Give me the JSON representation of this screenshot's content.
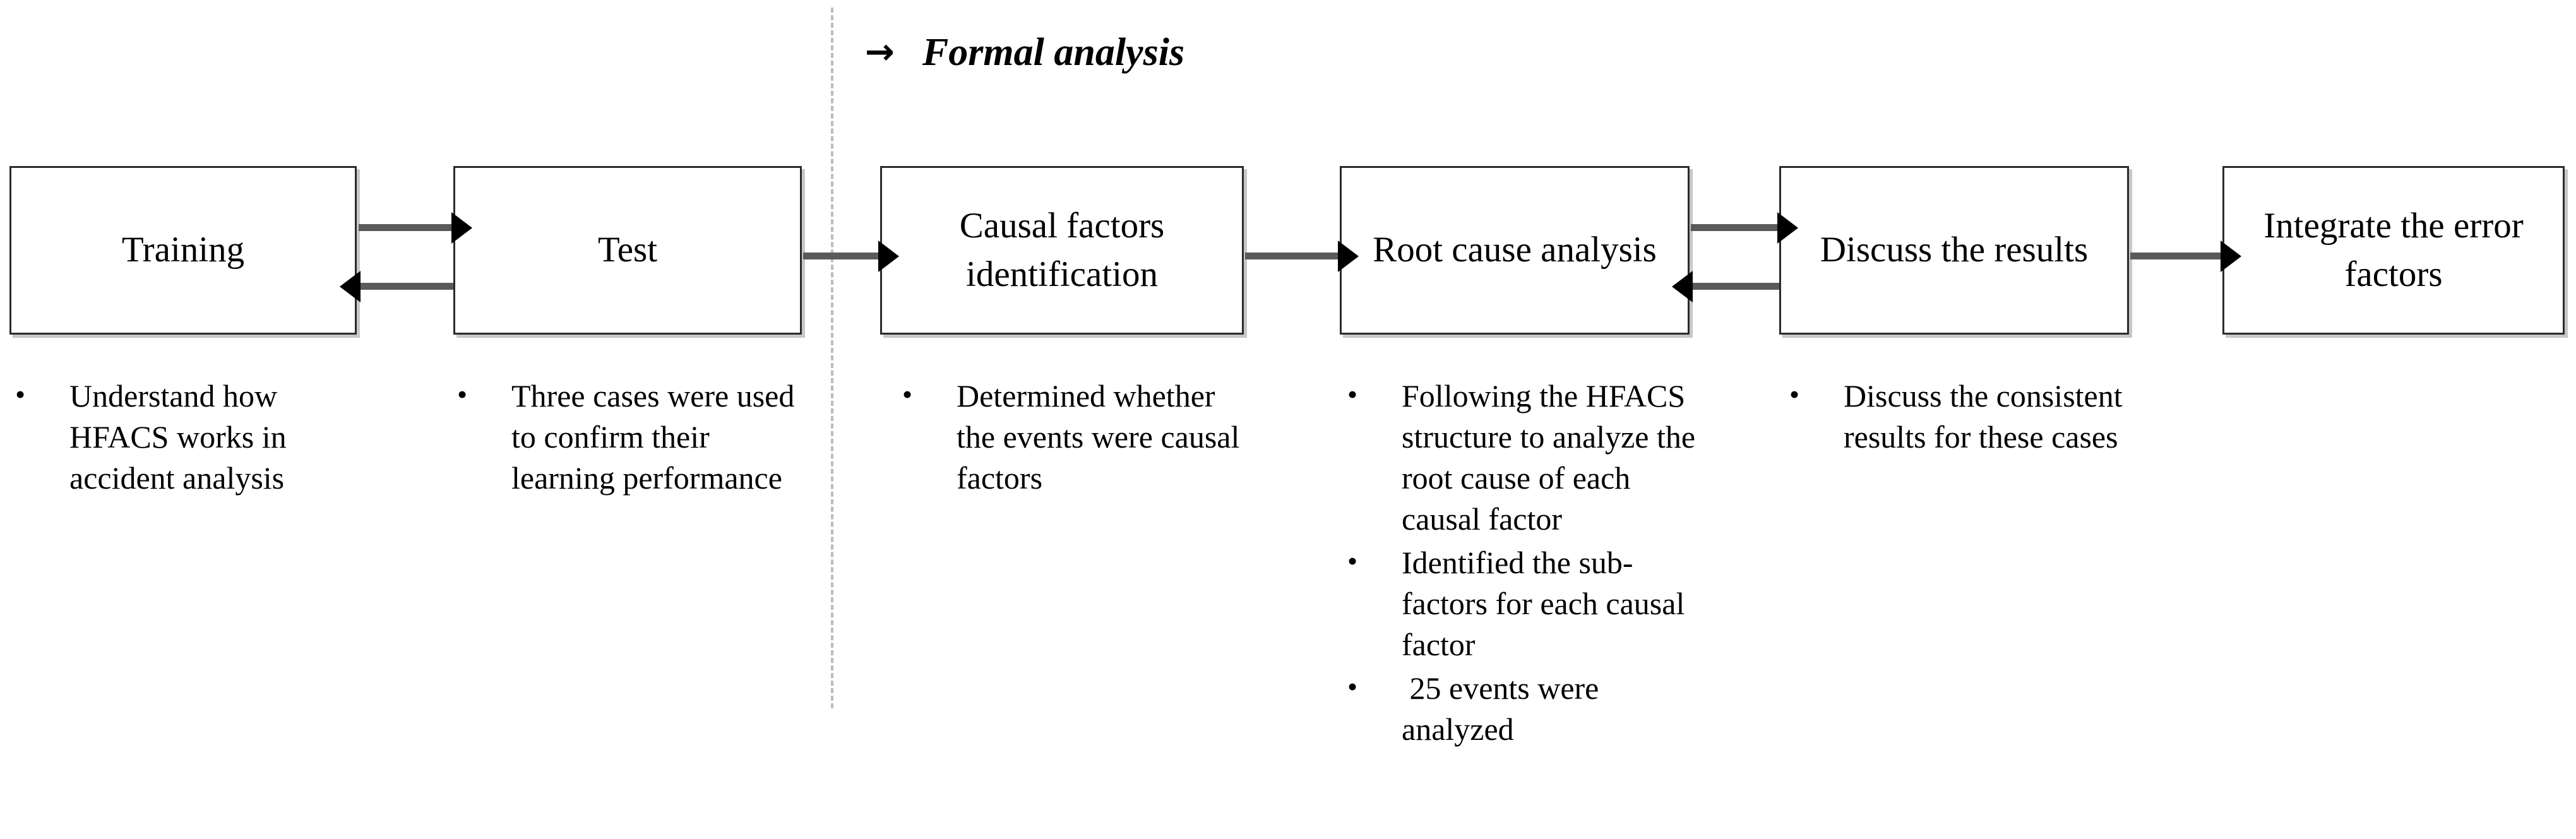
{
  "phase": {
    "arrow_glyph": "→",
    "title": "Formal analysis"
  },
  "boxes": [
    {
      "id": "training",
      "label": "Training"
    },
    {
      "id": "test",
      "label": "Test"
    },
    {
      "id": "causal-factors",
      "label": "Causal factors identification"
    },
    {
      "id": "root-cause",
      "label": "Root cause analysis"
    },
    {
      "id": "discuss-results",
      "label": "Discuss the results"
    },
    {
      "id": "integrate-errors",
      "label": "Integrate the error factors"
    }
  ],
  "bullet_marker": "•",
  "columns": [
    {
      "id": "training",
      "items": [
        "Understand how HFACS works in accident analysis"
      ]
    },
    {
      "id": "test",
      "items": [
        "Three cases were used to confirm their learning performance"
      ]
    },
    {
      "id": "causal",
      "items": [
        "Determined whether the events were causal factors"
      ]
    },
    {
      "id": "root",
      "items": [
        "Following the HFACS structure to analyze the root cause of each causal factor",
        "Identified the sub-factors for each causal factor",
        " 25 events were analyzed"
      ]
    },
    {
      "id": "discuss",
      "items": [
        "Discuss the consistent results for these cases"
      ]
    }
  ],
  "colors": {
    "box_border": "#2b2b2b",
    "connector": "#5a5a5a",
    "arrowhead": "#000000",
    "divider": "#bbbbbb",
    "text": "#000000",
    "background": "#ffffff"
  }
}
